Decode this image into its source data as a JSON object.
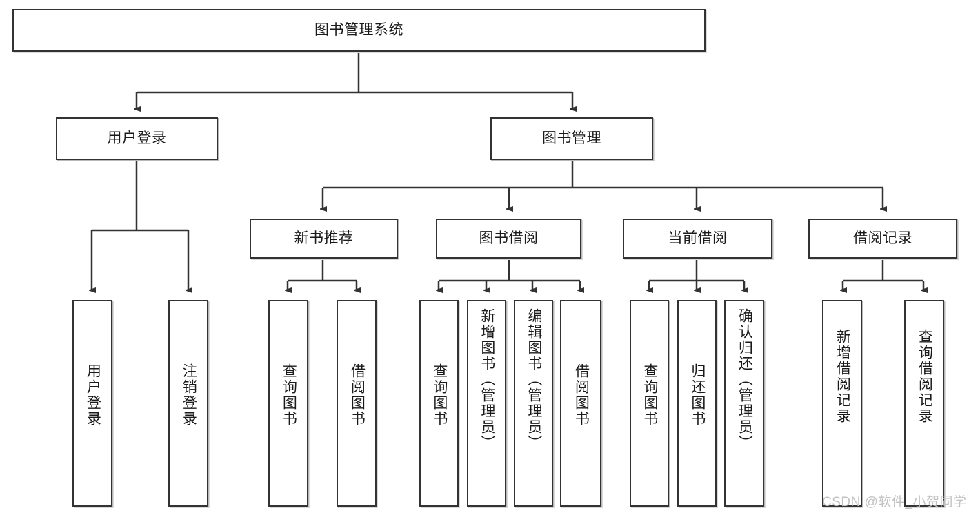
{
  "diagram": {
    "title_node": {
      "label": "图书管理系统"
    },
    "level2": [
      {
        "label": "用户登录"
      },
      {
        "label": "图书管理"
      }
    ],
    "level3": [
      {
        "label": "新书推荐"
      },
      {
        "label": "图书借阅"
      },
      {
        "label": "当前借阅"
      },
      {
        "label": "借阅记录"
      }
    ],
    "leaves": [
      {
        "label": "用户登录"
      },
      {
        "label": "注销登录"
      },
      {
        "label": "查询图书"
      },
      {
        "label": "借阅图书"
      },
      {
        "label": "查询图书"
      },
      {
        "label": "新增图书（管理员）"
      },
      {
        "label": "编辑图书（管理员）"
      },
      {
        "label": "借阅图书"
      },
      {
        "label": "查询图书"
      },
      {
        "label": "归还图书"
      },
      {
        "label": "确认归还（管理员）"
      },
      {
        "label": "新增借阅记录"
      },
      {
        "label": "查询借阅记录"
      }
    ],
    "watermark": "CSDN @软件_小贺同学",
    "colors": {
      "border": "#333333",
      "edge": "#333333",
      "background": "#ffffff",
      "text": "#1a1a1a",
      "watermark": "#c2c2c2"
    }
  }
}
